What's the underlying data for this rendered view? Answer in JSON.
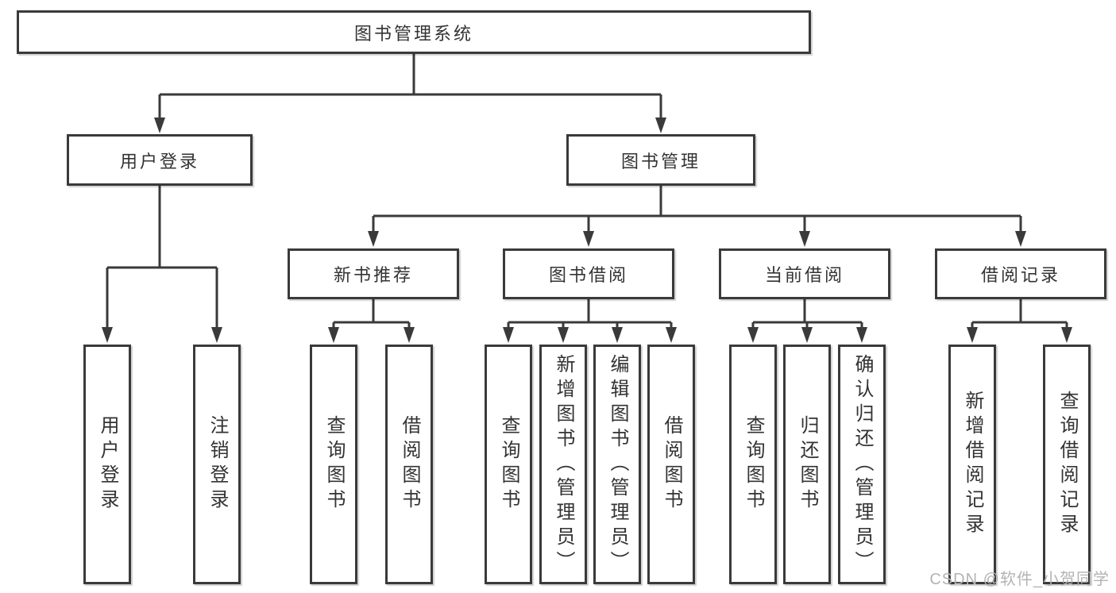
{
  "tree": {
    "root": "图书管理系统",
    "children": [
      {
        "label": "用户登录",
        "children": [
          "用户登录",
          "注销登录"
        ]
      },
      {
        "label": "图书管理",
        "children": [
          {
            "label": "新书推荐",
            "children": [
              "查询图书",
              "借阅图书"
            ]
          },
          {
            "label": "图书借阅",
            "children": [
              "查询图书",
              "新增图书（管理员）",
              "编辑图书（管理员）",
              "借阅图书"
            ]
          },
          {
            "label": "当前借阅",
            "children": [
              "查询图书",
              "归还图书",
              "确认归还（管理员）"
            ]
          },
          {
            "label": "借阅记录",
            "children": [
              "新增借阅记录",
              "查询借阅记录"
            ]
          }
        ]
      }
    ]
  },
  "watermark": "CSDN @软件_小贺同学",
  "colors": {
    "line": "#3a3a3a",
    "text": "#333333",
    "background": "#ffffff",
    "watermark": "#b3b3b3"
  }
}
